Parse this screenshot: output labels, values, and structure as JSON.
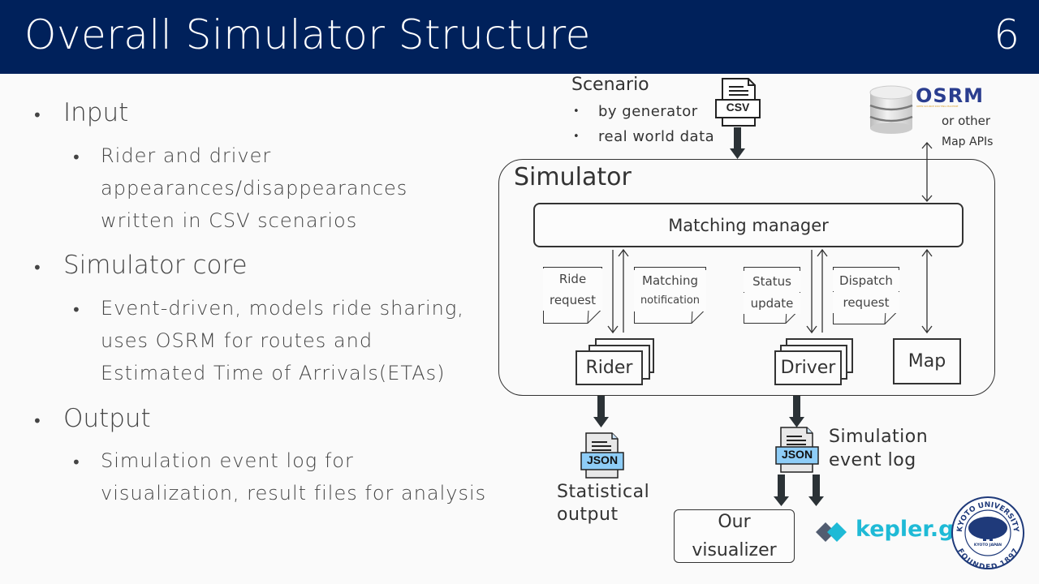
{
  "header": {
    "title": "Overall Simulator Structure",
    "page_number": "6",
    "bg_color": "#00215b"
  },
  "bullets": [
    {
      "heading": "Input",
      "sub": [
        "Rider and driver",
        "appearances/disappearances",
        "written in CSV scenarios"
      ]
    },
    {
      "heading": "Simulator core",
      "sub": [
        " Event-driven, models ride sharing,",
        "uses OSRM for routes and",
        "Estimated Time of Arrivals(ETAs)"
      ]
    },
    {
      "heading": "Output",
      "sub": [
        " Simulation event log for",
        "visualization, result files for analysis"
      ]
    }
  ],
  "diagram": {
    "scenario": {
      "title": "Scenario",
      "items": [
        "by generator",
        "real world data"
      ],
      "file_label": "CSV"
    },
    "osrm": {
      "logo_text": "OSRM",
      "logo_subtext": "OPEN SOURCE ROUTING MACHINE",
      "caption_line1": "or other",
      "caption_line2": "Map APIs"
    },
    "simulator": {
      "title": "Simulator",
      "matching_manager": "Matching manager",
      "notes": [
        {
          "line1": "Ride",
          "line2": "request"
        },
        {
          "line1": "Matching",
          "line2": "notification"
        },
        {
          "line1": "Status",
          "line2": "update"
        },
        {
          "line1": "Dispatch",
          "line2": "request"
        }
      ],
      "rider": "Rider",
      "driver": "Driver",
      "map": "Map"
    },
    "outputs": {
      "statistical": {
        "file_label": "JSON",
        "line1": "Statistical",
        "line2": "output"
      },
      "event_log": {
        "file_label": "JSON",
        "line1": "Simulation",
        "line2": "event log"
      },
      "visualizer": {
        "line1": "Our",
        "line2": "visualizer"
      },
      "kepler": "kepler.gl",
      "university_seal": {
        "top": "KYOTO UNIVERSITY",
        "bottom": "FOUNDED 1897",
        "center": "KYOTO  JAPAN"
      }
    }
  }
}
